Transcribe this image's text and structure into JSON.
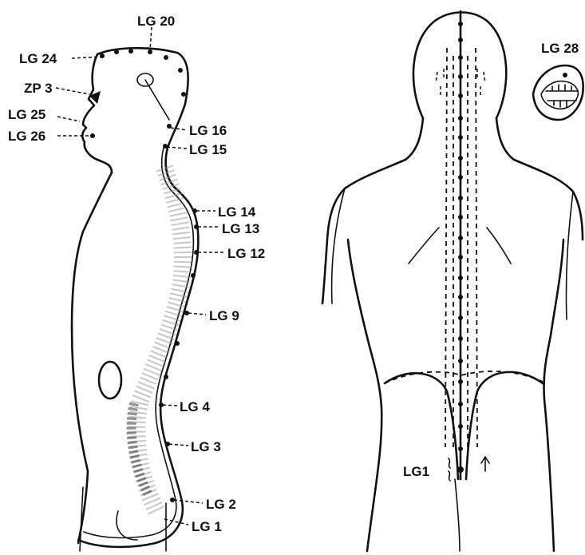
{
  "figure": {
    "side_labels": [
      {
        "id": "lg20",
        "text": "LG 20"
      },
      {
        "id": "lg24",
        "text": "LG 24"
      },
      {
        "id": "zp3",
        "text": "ZP 3"
      },
      {
        "id": "lg25",
        "text": "LG 25"
      },
      {
        "id": "lg26",
        "text": "LG 26"
      },
      {
        "id": "lg16",
        "text": "LG 16"
      },
      {
        "id": "lg15",
        "text": "LG 15"
      },
      {
        "id": "lg14",
        "text": "LG 14"
      },
      {
        "id": "lg13",
        "text": "LG 13"
      },
      {
        "id": "lg12",
        "text": "LG 12"
      },
      {
        "id": "lg9",
        "text": "LG 9"
      },
      {
        "id": "lg4",
        "text": "LG 4"
      },
      {
        "id": "lg3",
        "text": "LG 3"
      },
      {
        "id": "lg2",
        "text": "LG 2"
      },
      {
        "id": "lg1",
        "text": "LG 1"
      }
    ],
    "back_labels": [
      {
        "id": "lg1-back",
        "text": "LG1"
      },
      {
        "id": "lg28",
        "text": "LG 28"
      }
    ]
  }
}
